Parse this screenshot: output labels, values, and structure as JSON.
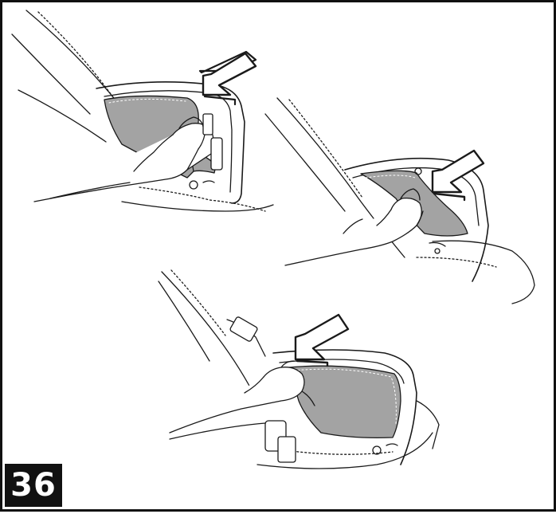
{
  "step": {
    "number": "36"
  },
  "colors": {
    "line": "#1a1a1a",
    "fabric": "#a3a3a3",
    "frame": "#111111",
    "badge_text": "#ffffff"
  },
  "panels": [
    {
      "id": "panel-1",
      "depicts": "hand-inserting-fabric-panel-left-side"
    },
    {
      "id": "panel-2",
      "depicts": "hand-tucking-fabric-panel-right-side"
    },
    {
      "id": "panel-3",
      "depicts": "hand-smoothing-fabric-panel-front"
    }
  ],
  "icons": [
    "arrow-icon",
    "arrow-icon",
    "arrow-icon"
  ]
}
